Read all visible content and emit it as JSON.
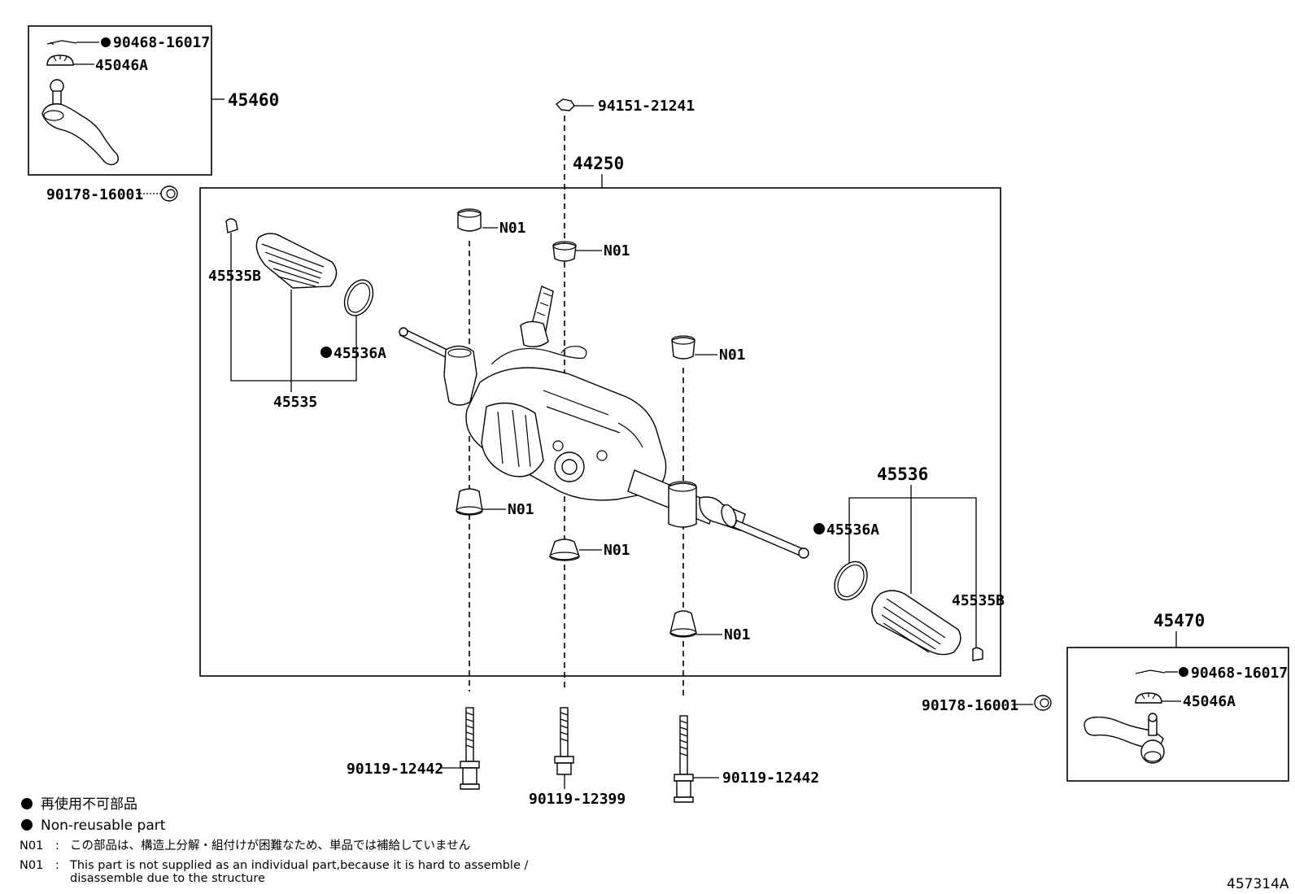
{
  "diagram_id": "457314A",
  "labels": {
    "tie_rod_end_lh": "45460",
    "cotter_pin_lh": "90468-16017",
    "nut_lh": "45046A",
    "hex_nut_lh": "90178-16001",
    "steering_gear_assy": "44250",
    "bolt_top": "94151-21241",
    "clip_lh": "45535B",
    "clamp_lh": "45536A",
    "boot_set_lh": "45535",
    "boot_set_rh": "45536",
    "clamp_rh": "45536A",
    "clip_rh": "45535B",
    "tie_rod_end_rh": "45470",
    "cotter_pin_rh": "90468-16017",
    "nut_rh": "45046A",
    "hex_nut_rh": "90178-16001",
    "bolt_left": "90119-12442",
    "bolt_middle": "90119-12399",
    "bolt_right": "90119-12442",
    "n01": "N01"
  },
  "legend": {
    "nonreusable_jp": "再使用不可部品",
    "nonreusable_en": "Non-reusable part",
    "n01_key": "N01",
    "sep": ":",
    "n01_jp": "この部品は、構造上分解・組付けが困難なため、単品では補給していません",
    "n01_en_line1": "This part is not supplied as an individual part,because it is hard to assemble /",
    "n01_en_line2": "disassemble due to the structure"
  }
}
